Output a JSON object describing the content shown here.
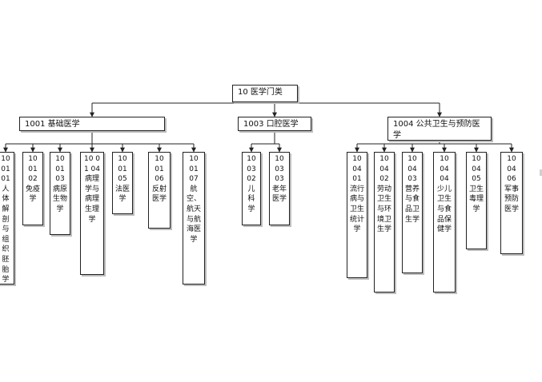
{
  "root": {
    "label": "10 医学门类"
  },
  "groups": [
    {
      "label": "1001  基础医学",
      "children": [
        {
          "label": "10 01 01 人体解剖与组织胚胎学"
        },
        {
          "label": "10 01 02 免疫学"
        },
        {
          "label": "10 01 03 病原生物学"
        },
        {
          "label": "10 01 04 病理学与病理生理学"
        },
        {
          "label": "10 01 05 法医学"
        },
        {
          "label": "10 01 06 反射医学"
        },
        {
          "label": "10 01 07 航空、航天与航海医学"
        }
      ]
    },
    {
      "label": "1003  口腔医学",
      "children": [
        {
          "label": "10 03 02 儿科学"
        },
        {
          "label": "10 03 03 老年医学"
        }
      ]
    },
    {
      "label": "1004  公共卫生与预防医学",
      "children": [
        {
          "label": "10 04 01 流行病与卫生统计学"
        },
        {
          "label": "10 04 02 劳动卫生与环境卫生学"
        },
        {
          "label": "10 04 03 营养与食品卫生学"
        },
        {
          "label": "10 04 04 少儿卫生与食品保健学"
        },
        {
          "label": "10 04 05 卫生毒理学"
        },
        {
          "label": "10 04 06 军事预防医学"
        }
      ]
    }
  ]
}
